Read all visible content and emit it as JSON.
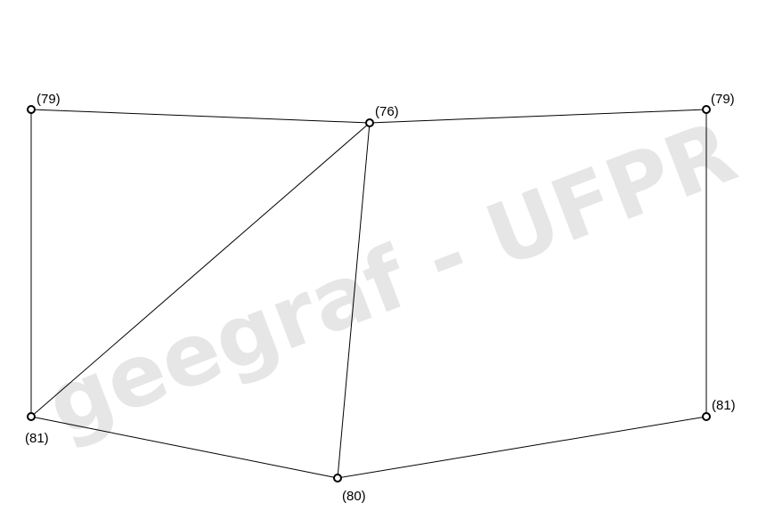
{
  "watermark": {
    "text": "geegraf - UFPR",
    "color": "#e6e6e6"
  },
  "nodes": [
    {
      "id": "top-left",
      "label": "(79)"
    },
    {
      "id": "top-center",
      "label": "(76)"
    },
    {
      "id": "top-right",
      "label": "(79)"
    },
    {
      "id": "bottom-left",
      "label": "(81)"
    },
    {
      "id": "bottom-center",
      "label": "(80)"
    },
    {
      "id": "bottom-right",
      "label": "(81)"
    }
  ],
  "edges": [
    [
      "top-left",
      "top-center"
    ],
    [
      "top-center",
      "top-right"
    ],
    [
      "top-left",
      "bottom-left"
    ],
    [
      "top-right",
      "bottom-right"
    ],
    [
      "bottom-left",
      "top-center"
    ],
    [
      "top-center",
      "bottom-center"
    ],
    [
      "bottom-left",
      "bottom-center"
    ],
    [
      "bottom-center",
      "bottom-right"
    ]
  ]
}
